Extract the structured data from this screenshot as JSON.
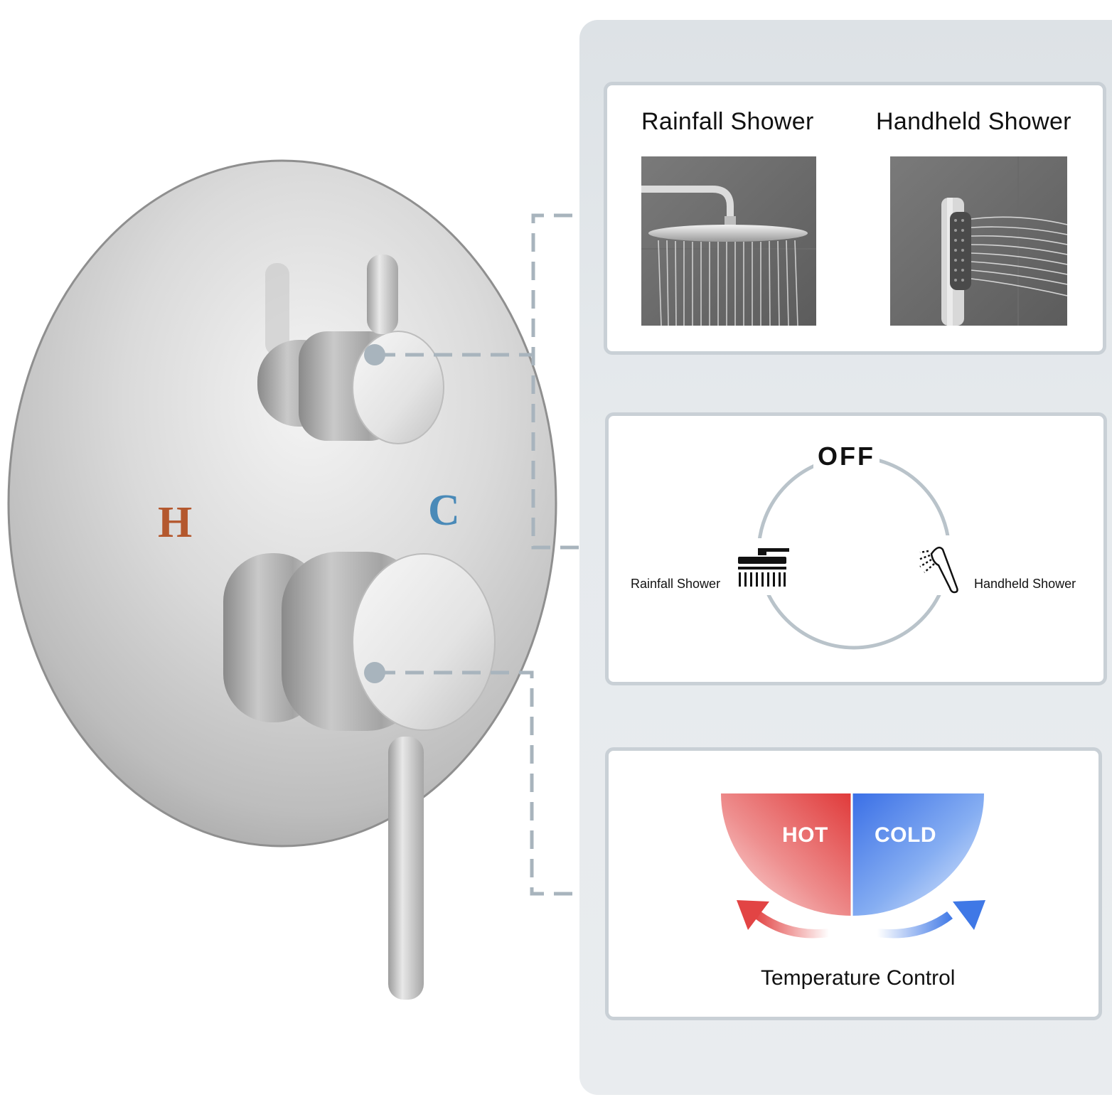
{
  "valve": {
    "hot_letter": "H",
    "cold_letter": "C",
    "colors": {
      "hot": "#b4582e",
      "cold": "#4a8ab8"
    }
  },
  "outlets_card": {
    "left_title": "Rainfall Shower",
    "right_title": "Handheld Shower"
  },
  "diverter_card": {
    "off_label": "OFF",
    "left_label": "Rainfall Shower",
    "right_label": "Handheld Shower"
  },
  "temperature_card": {
    "hot_label": "HOT",
    "cold_label": "COLD",
    "caption": "Temperature Control",
    "colors": {
      "hot": "#e24444",
      "cold": "#3f78e6"
    }
  },
  "icons": [
    "rain-shower-head-icon",
    "handheld-shower-icon",
    "arrow-left-icon",
    "arrow-right-icon"
  ]
}
